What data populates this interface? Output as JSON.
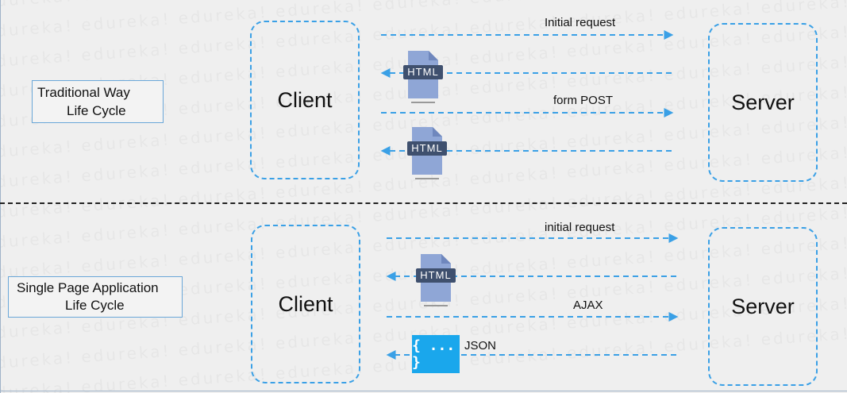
{
  "watermark_text": "edureka!",
  "traditional": {
    "label_line1": "Traditional Way",
    "label_line2": "Life Cycle",
    "client": "Client",
    "server": "Server",
    "arrows": [
      "Initial request",
      "",
      "form POST",
      ""
    ],
    "docs": [
      "HTML",
      "HTML"
    ]
  },
  "spa": {
    "label_line1": "Single Page Application",
    "label_line2": "Life Cycle",
    "client": "Client",
    "server": "Server",
    "arrows": [
      "initial request",
      "",
      "AJAX",
      "JSON"
    ],
    "doc": "HTML",
    "json_icon": "{ ... }"
  },
  "colors": {
    "dashed_blue": "#3aa0e6",
    "json_blue": "#1aa7ec",
    "doc_light": "#8fa6d6",
    "doc_dark": "#3f506e"
  },
  "icons": [
    "html-document-icon",
    "json-braces-icon",
    "arrow-right-icon",
    "arrow-left-icon"
  ]
}
